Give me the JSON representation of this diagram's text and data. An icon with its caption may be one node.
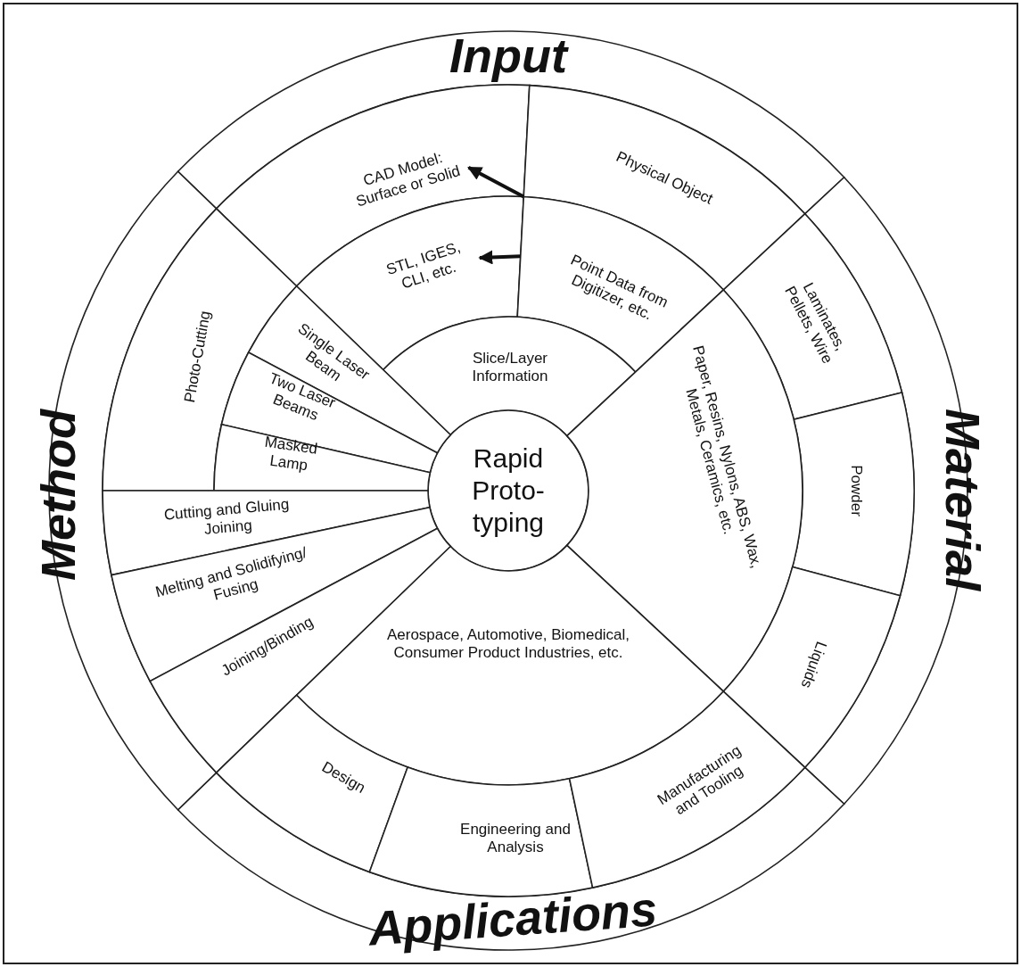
{
  "diagram": {
    "nodes": [
      {
        "text": [
          "Input"
        ]
      },
      {
        "text": [
          "Material"
        ]
      },
      {
        "text": [
          "Applications"
        ]
      },
      {
        "text": [
          "Method"
        ]
      },
      {
        "text": [
          "CAD Model: Surface or Solid"
        ]
      },
      {
        "text": [
          "Physical Object"
        ]
      },
      {
        "text": [
          "STL, IGES, CLI, etc."
        ]
      },
      {
        "text": [
          "Point Data from Digitizer, etc."
        ]
      },
      {
        "text": [
          "Slice/Layer Information"
        ]
      },
      {
        "text": [
          "Rapid Proto- typing"
        ]
      },
      {
        "text": [
          "Photo-Cutting"
        ]
      },
      {
        "text": [
          "Single Laser Beam"
        ]
      },
      {
        "text": [
          "Two Laser Beams"
        ]
      },
      {
        "text": [
          "Masked Lamp"
        ]
      },
      {
        "text": [
          "Cutting and Gluing Joining"
        ]
      },
      {
        "text": [
          "Melting and Solidifying/ Fusing"
        ]
      },
      {
        "text": [
          "Joining/Binding"
        ]
      },
      {
        "text": [
          "Laminates, Pellets, Wire"
        ]
      },
      {
        "text": [
          "Powder"
        ]
      },
      {
        "text": [
          "Paper, Resins, Nylons, ABS, Wax, Metals, Ceramics, etc."
        ]
      },
      {
        "text": [
          "Liquids"
        ]
      },
      {
        "text": [
          "Aerospace, Automotive, Biomedical, Consumer Product Industries, etc."
        ]
      },
      {
        "text": [
          "Design"
        ]
      },
      {
        "text": [
          "Engineering and Analysis"
        ]
      },
      {
        "text": [
          "Manufacturing and Tooling"
        ]
      }
    ],
    "edges": [
      {
        "from": 7,
        "to": 4,
        "arrow": "to"
      },
      {
        "from": 7,
        "to": 6,
        "arrow": "to"
      }
    ]
  }
}
